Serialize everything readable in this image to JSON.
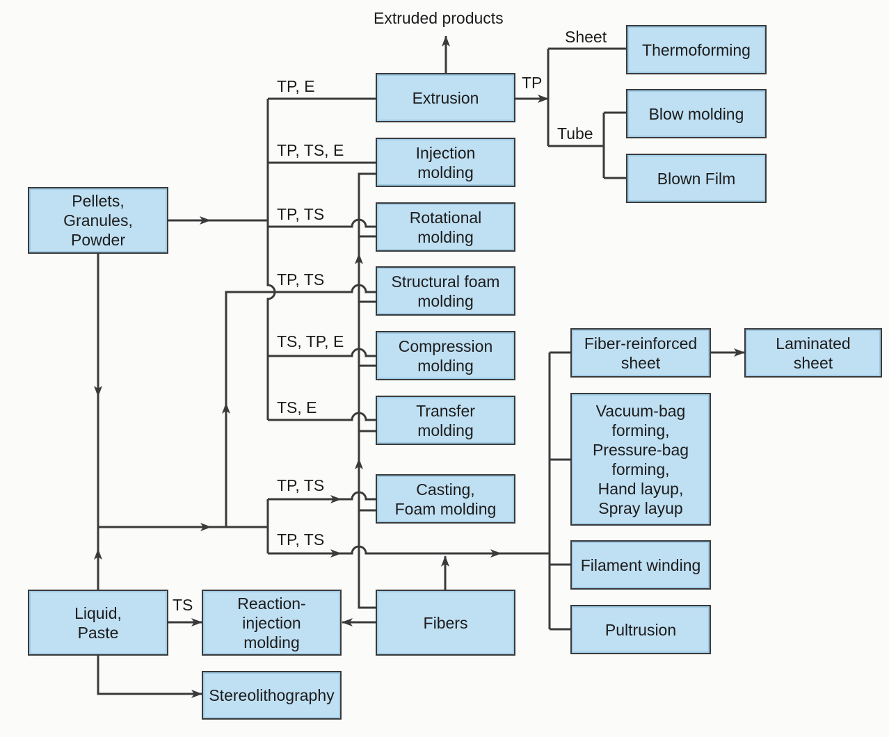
{
  "boxes": {
    "pellets": "Pellets,\nGranules,\nPowder",
    "liquid": "Liquid,\nPaste",
    "extrusion": "Extrusion",
    "injection": "Injection\nmolding",
    "rotational": "Rotational\nmolding",
    "structural_foam": "Structural foam\nmolding",
    "compression": "Compression\nmolding",
    "transfer": "Transfer\nmolding",
    "casting": "Casting,\nFoam molding",
    "reaction_injection": "Reaction-\ninjection\nmolding",
    "fibers": "Fibers",
    "stereolithography": "Stereolithography",
    "thermoforming": "Thermoforming",
    "blow_molding": "Blow molding",
    "blown_film": "Blown Film",
    "fiber_reinforced": "Fiber-reinforced\nsheet",
    "laminated": "Laminated\nsheet",
    "vacuum_bag": "Vacuum-bag\nforming,\nPressure-bag\nforming,\nHand layup,\nSpray layup",
    "filament": "Filament winding",
    "pultrusion": "Pultrusion"
  },
  "labels": {
    "extruded_products": "Extruded products",
    "extrusion_in": "TP, E",
    "injection_in": "TP, TS, E",
    "rotational_in": "TP, TS",
    "structural_in": "TP, TS",
    "compression_in": "TS, TP, E",
    "transfer_in": "TS, E",
    "casting_in": "TP, TS",
    "fiber_branch": "TP, TS",
    "extrusion_out": "TP",
    "sheet": "Sheet",
    "tube": "Tube",
    "reaction_in": "TS"
  },
  "colors": {
    "box_fill": "#bfdff2",
    "line": "#3a3a3a"
  }
}
